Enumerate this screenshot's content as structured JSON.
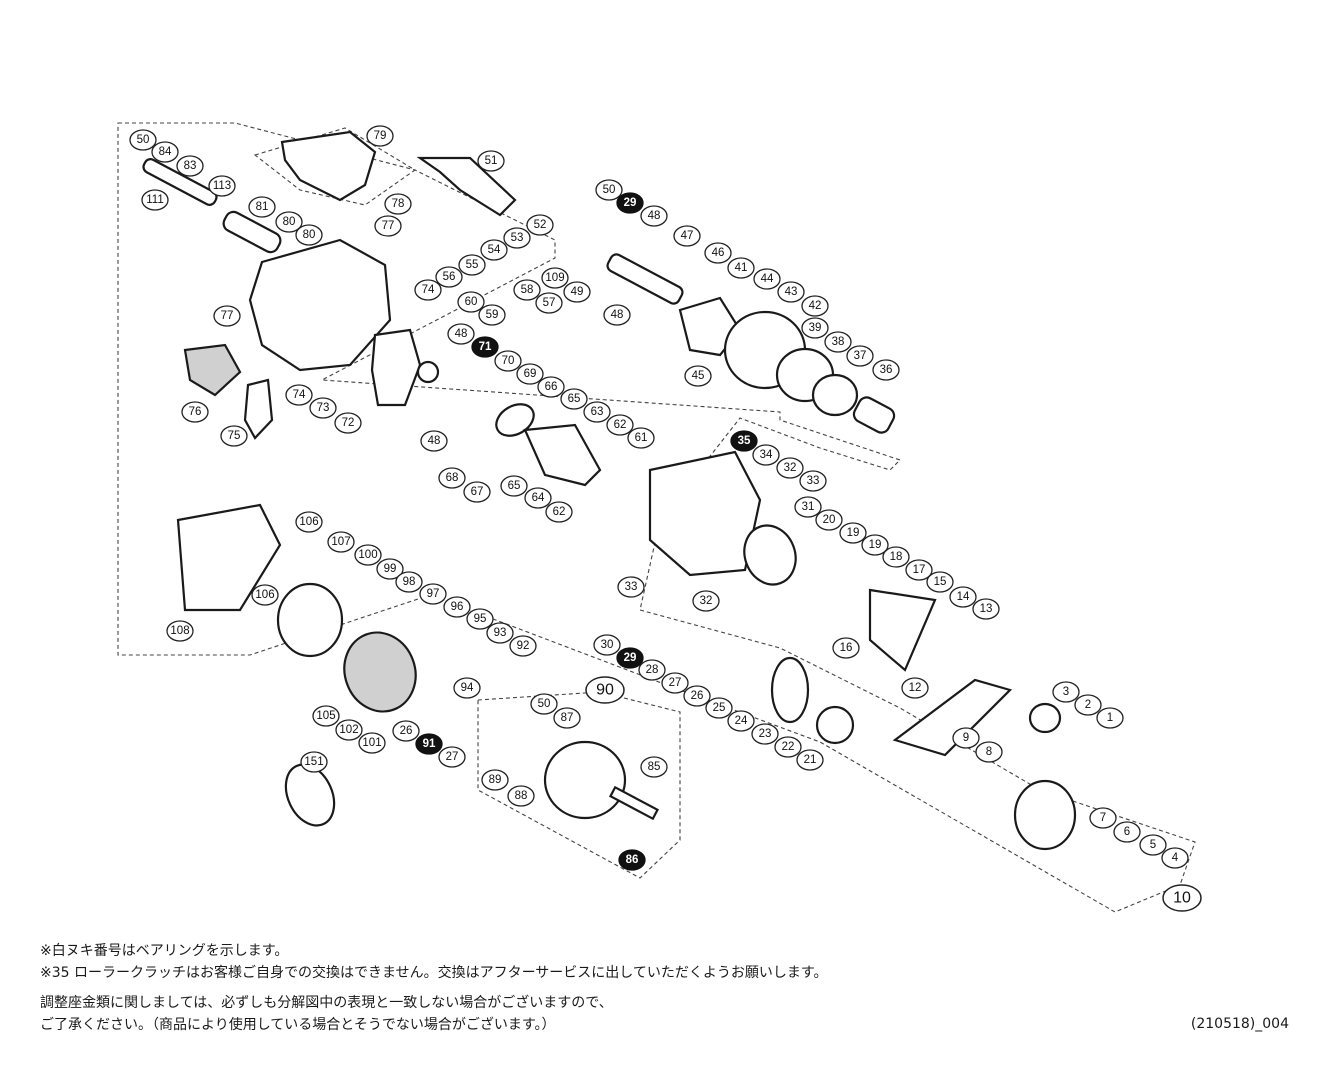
{
  "diagram": {
    "parts": [
      "50",
      "84",
      "83",
      "111",
      "113",
      "81",
      "79",
      "80",
      "80",
      "78",
      "77",
      "51",
      "52",
      "53",
      "54",
      "55",
      "56",
      "74",
      "58",
      "57",
      "60",
      "59",
      "48",
      "77",
      "71",
      "70",
      "69",
      "66",
      "65",
      "63",
      "62",
      "61",
      "76",
      "74",
      "73",
      "72",
      "75",
      "48",
      "68",
      "67",
      "65",
      "64",
      "62",
      "50",
      "29",
      "48",
      "109",
      "49",
      "48",
      "47",
      "46",
      "41",
      "44",
      "43",
      "42",
      "39",
      "38",
      "37",
      "36",
      "45",
      "35",
      "34",
      "32",
      "33",
      "31",
      "20",
      "19",
      "19",
      "18",
      "17",
      "15",
      "14",
      "13",
      "16",
      "12",
      "33",
      "32",
      "30",
      "29",
      "28",
      "27",
      "26",
      "25",
      "24",
      "23",
      "22",
      "21",
      "3",
      "2",
      "1",
      "9",
      "8",
      "7",
      "6",
      "5",
      "4",
      "106",
      "107",
      "100",
      "99",
      "98",
      "97",
      "96",
      "95",
      "93",
      "92",
      "106",
      "108",
      "105",
      "102",
      "101",
      "26",
      "91",
      "27",
      "94",
      "50",
      "87",
      "89",
      "88",
      "85",
      "86",
      "151"
    ],
    "bearing_parts": [
      "71",
      "29",
      "35",
      "29",
      "91",
      "86"
    ],
    "groups": [
      "90",
      "10"
    ]
  },
  "notes": {
    "line1": "※白ヌキ番号はベアリングを示します。",
    "line2": "※35 ローラークラッチはお客様ご自身での交換はできません。交換はアフターサービスに出していただくようお願いします。",
    "line3": "調整座金類に関しましては、必ずしも分解図中の表現と一致しない場合がございますので、",
    "line4": "ご了承ください。（商品により使用している場合とそうでない場合がございます。）"
  },
  "code": "(210518)_004"
}
